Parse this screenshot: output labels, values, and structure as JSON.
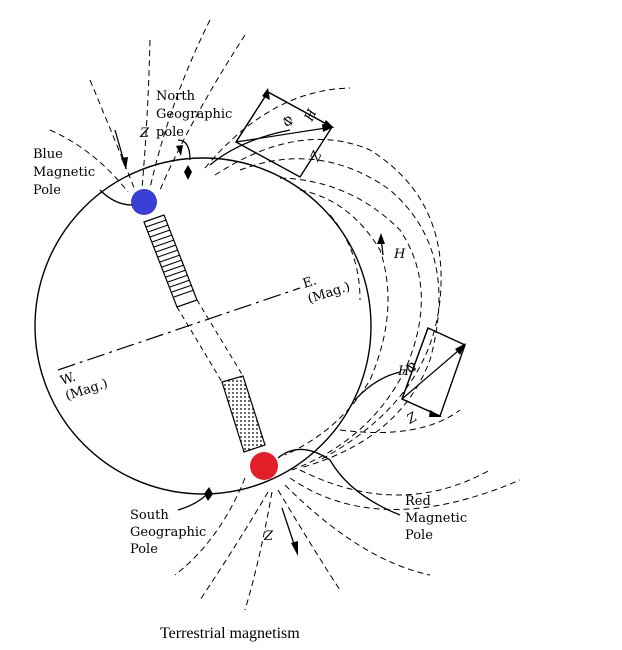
{
  "caption": "Terrestrial magnetism",
  "labels": {
    "blue_pole": [
      "Blue",
      "Magnetic",
      "Pole"
    ],
    "north_pole": [
      "North",
      "Geographic",
      "pole"
    ],
    "south_pole": [
      "South",
      "Geographic",
      "Pole"
    ],
    "red_pole": [
      "Red",
      "Magnetic",
      "Pole"
    ],
    "east": [
      "E.",
      "(Mag.)"
    ],
    "west": [
      "W.",
      "(Mag.)"
    ],
    "z": "Z",
    "h": "H",
    "phi": "Φ"
  },
  "colors": {
    "blue_pole": "#3a3fd6",
    "red_pole": "#e3202a",
    "line": "#000000"
  }
}
